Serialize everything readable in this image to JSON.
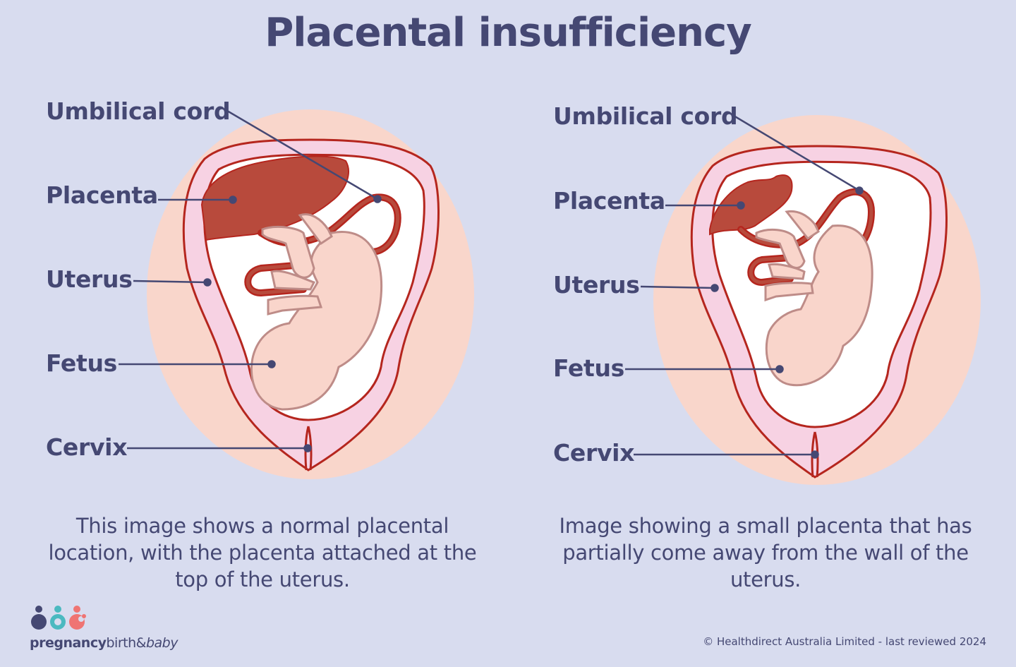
{
  "title": "Placental insufficiency",
  "colors": {
    "background": "#d8dcef",
    "text": "#454873",
    "halo": "#f9d6cb",
    "uterus_wall": "#f7d2e3",
    "outline_red": "#b5261e",
    "placenta": "#b84a3c",
    "fetus_fill": "#f9d5cb",
    "fetus_outline": "#be8c88",
    "leader_line": "#454873",
    "logo_blue": "#454873",
    "logo_teal": "#4bb9c0",
    "logo_coral": "#ef7473"
  },
  "panels": [
    {
      "id": "normal",
      "labels": {
        "umbilical_cord": "Umbilical cord",
        "placenta": "Placenta",
        "uterus": "Uterus",
        "fetus": "Fetus",
        "cervix": "Cervix"
      },
      "caption": "This image shows a normal placental location, with the placenta attached at the top of the uterus."
    },
    {
      "id": "small-detached",
      "labels": {
        "umbilical_cord": "Umbilical cord",
        "placenta": "Placenta",
        "uterus": "Uterus",
        "fetus": "Fetus",
        "cervix": "Cervix"
      },
      "caption": "Image showing a small placenta that has partially come away from the wall of the uterus."
    }
  ],
  "footer": {
    "logo": {
      "part1": "pregnancy",
      "part2": "birth&",
      "part3": "baby"
    },
    "copyright": "© Healthdirect Australia Limited - last reviewed 2024"
  }
}
